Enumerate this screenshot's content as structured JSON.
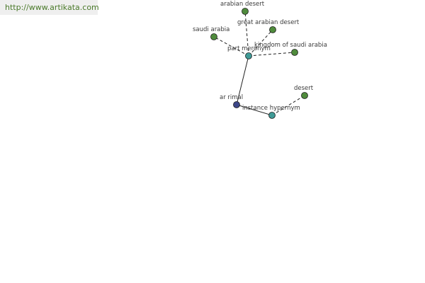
{
  "site": {
    "url": "http://www.artikata.com"
  },
  "colors": {
    "root_node": "#3c4687",
    "relation_node": "#3f9a96",
    "leaf_node": "#4f8b3c",
    "edge": "#222222"
  },
  "graph": {
    "nodes": [
      {
        "id": "arrimal",
        "label": "ar rimal",
        "kind": "root"
      },
      {
        "id": "part_meronym",
        "label": "part meronym",
        "kind": "relation"
      },
      {
        "id": "instance_hypernym",
        "label": "instance hypernym",
        "kind": "relation"
      },
      {
        "id": "arabian_desert",
        "label": "arabian desert",
        "kind": "leaf"
      },
      {
        "id": "great_arabian_desert",
        "label": "great arabian desert",
        "kind": "leaf"
      },
      {
        "id": "saudi_arabia",
        "label": "saudi arabia",
        "kind": "leaf"
      },
      {
        "id": "kingdom_of_saudi_arabia",
        "label": "kingdom of saudi arabia",
        "kind": "leaf"
      },
      {
        "id": "desert",
        "label": "desert",
        "kind": "leaf"
      }
    ],
    "edges": [
      {
        "from": "arrimal",
        "to": "part_meronym",
        "style": "solid"
      },
      {
        "from": "arrimal",
        "to": "instance_hypernym",
        "style": "solid"
      },
      {
        "from": "part_meronym",
        "to": "arabian_desert",
        "style": "dashed"
      },
      {
        "from": "part_meronym",
        "to": "great_arabian_desert",
        "style": "dashed"
      },
      {
        "from": "part_meronym",
        "to": "saudi_arabia",
        "style": "dashed"
      },
      {
        "from": "part_meronym",
        "to": "kingdom_of_saudi_arabia",
        "style": "dashed"
      },
      {
        "from": "instance_hypernym",
        "to": "desert",
        "style": "dashed"
      }
    ]
  }
}
